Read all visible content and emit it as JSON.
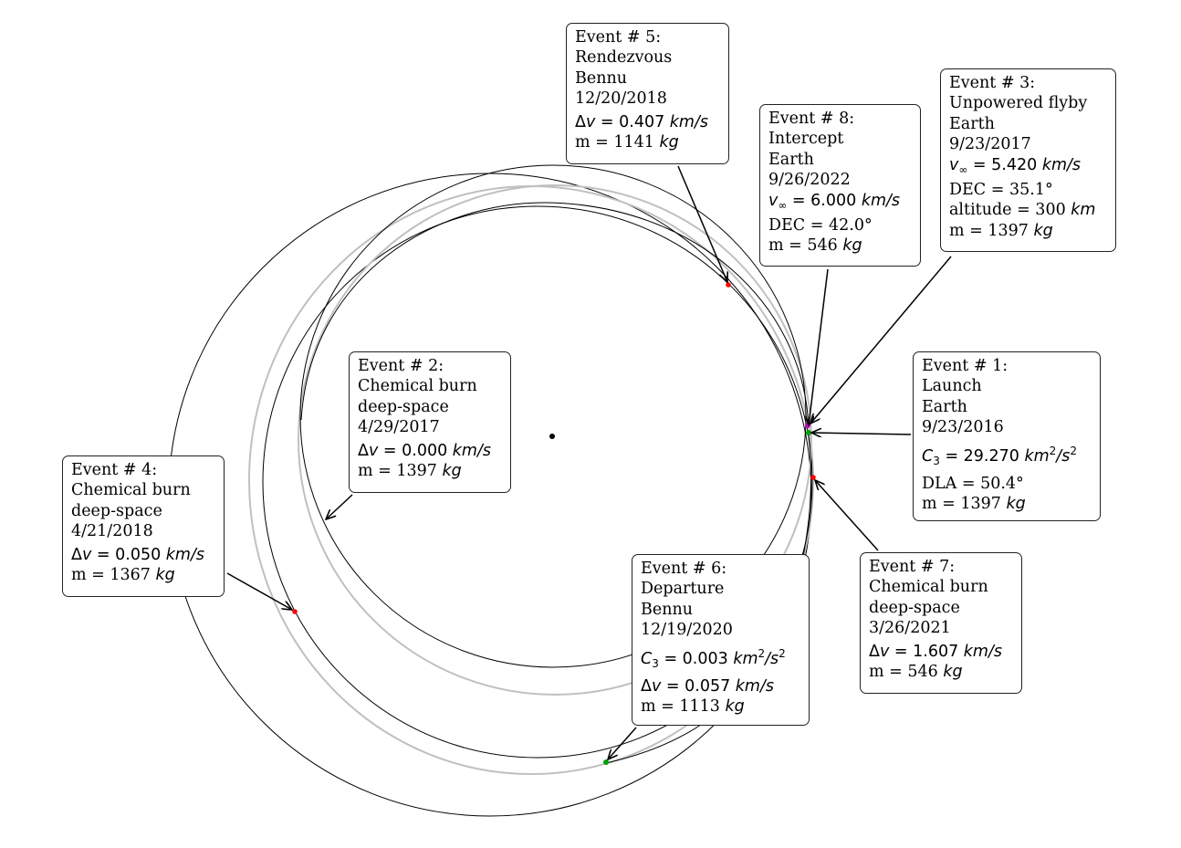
{
  "colors": {
    "orbit_dark": "#000000",
    "orbit_light": "#c0c0c0",
    "maneuver": "#ff0000",
    "departure": "#00a000",
    "flyby": "#cc00cc",
    "sun": "#000000"
  },
  "events": [
    {
      "id": "event-1",
      "header": "Event # 1:",
      "type": "Launch",
      "body": "Earth",
      "date": "9/23/2016",
      "c3_sym": "C",
      "c3_sub": "3",
      "c3_value": " = 29.270 ",
      "c3_unit_a": "km",
      "c3_unit_b": "/s",
      "c3_exp": "2",
      "dla": "DLA = 50.4°",
      "mass_prefix": "m = 1397 ",
      "mass_unit": "kg"
    },
    {
      "id": "event-2",
      "header": "Event # 2:",
      "type": "Chemical burn",
      "body": "deep-space",
      "date": "4/29/2017",
      "dv_sym": "Δ",
      "dv_v": "v",
      "dv_value": " = 0.000 ",
      "dv_unit": "km/s",
      "mass_prefix": "m = 1397 ",
      "mass_unit": "kg"
    },
    {
      "id": "event-3",
      "header": "Event # 3:",
      "type": "Unpowered flyby",
      "body": "Earth",
      "date": "9/23/2017",
      "vinf_sym": "v",
      "vinf_sub": "∞",
      "vinf_value": " = 5.420 ",
      "vinf_unit": "km/s",
      "dec": "DEC = 35.1°",
      "alt_prefix": "altitude = 300 ",
      "alt_unit": "km",
      "mass_prefix": "m = 1397 ",
      "mass_unit": "kg"
    },
    {
      "id": "event-4",
      "header": "Event # 4:",
      "type": "Chemical burn",
      "body": "deep-space",
      "date": "4/21/2018",
      "dv_sym": "Δ",
      "dv_v": "v",
      "dv_value": " = 0.050 ",
      "dv_unit": "km/s",
      "mass_prefix": "m = 1367 ",
      "mass_unit": "kg"
    },
    {
      "id": "event-5",
      "header": "Event # 5:",
      "type": "Rendezvous",
      "body": "Bennu",
      "date": "12/20/2018",
      "dv_sym": "Δ",
      "dv_v": "v",
      "dv_value": " = 0.407 ",
      "dv_unit": "km/s",
      "mass_prefix": "m = 1141 ",
      "mass_unit": "kg"
    },
    {
      "id": "event-6",
      "header": "Event # 6:",
      "type": "Departure",
      "body": "Bennu",
      "date": "12/19/2020",
      "c3_sym": "C",
      "c3_sub": "3",
      "c3_value": " = 0.003 ",
      "c3_unit_a": "km",
      "c3_unit_b": "/s",
      "c3_exp": "2",
      "dv_sym": "Δ",
      "dv_v": "v",
      "dv_value": " = 0.057 ",
      "dv_unit": "km/s",
      "mass_prefix": "m = 1113 ",
      "mass_unit": "kg"
    },
    {
      "id": "event-7",
      "header": "Event # 7:",
      "type": "Chemical burn",
      "body": "deep-space",
      "date": "3/26/2021",
      "dv_sym": "Δ",
      "dv_v": "v",
      "dv_value": " = 1.607 ",
      "dv_unit": "km/s",
      "mass_prefix": "m = 546 ",
      "mass_unit": "kg"
    },
    {
      "id": "event-8",
      "header": "Event # 8:",
      "type": "Intercept",
      "body": "Earth",
      "date": "9/26/2022",
      "vinf_sym": "v",
      "vinf_sub": "∞",
      "vinf_value": " = 6.000 ",
      "vinf_unit": "km/s",
      "dec": "DEC = 42.0°",
      "mass_prefix": "m = 546 ",
      "mass_unit": "kg"
    }
  ]
}
